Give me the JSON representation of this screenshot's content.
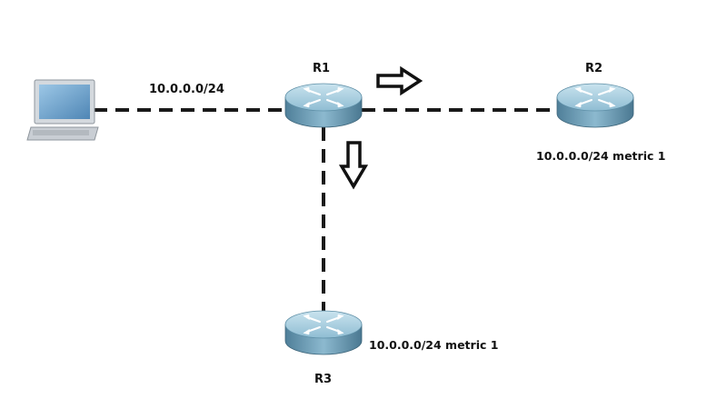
{
  "network": {
    "subnet_label": "10.0.0.0/24"
  },
  "routers": {
    "r1": {
      "name": "R1"
    },
    "r2": {
      "name": "R2",
      "route_label": "10.0.0.0/24 metric 1"
    },
    "r3": {
      "name": "R3",
      "route_label": "10.0.0.0/24 metric 1"
    }
  },
  "colors": {
    "router_body": "#6e9fb8",
    "router_top": "#a9cfe0",
    "link": "#1a1a1a",
    "arrow_stroke": "#111111",
    "arrow_fill": "#ffffff",
    "pc_screen": "#6fa6cf",
    "pc_frame": "#d9dde2"
  },
  "icons": {
    "pc": "laptop-icon",
    "router": "router-icon",
    "update_arrow": "arrow-icon"
  }
}
